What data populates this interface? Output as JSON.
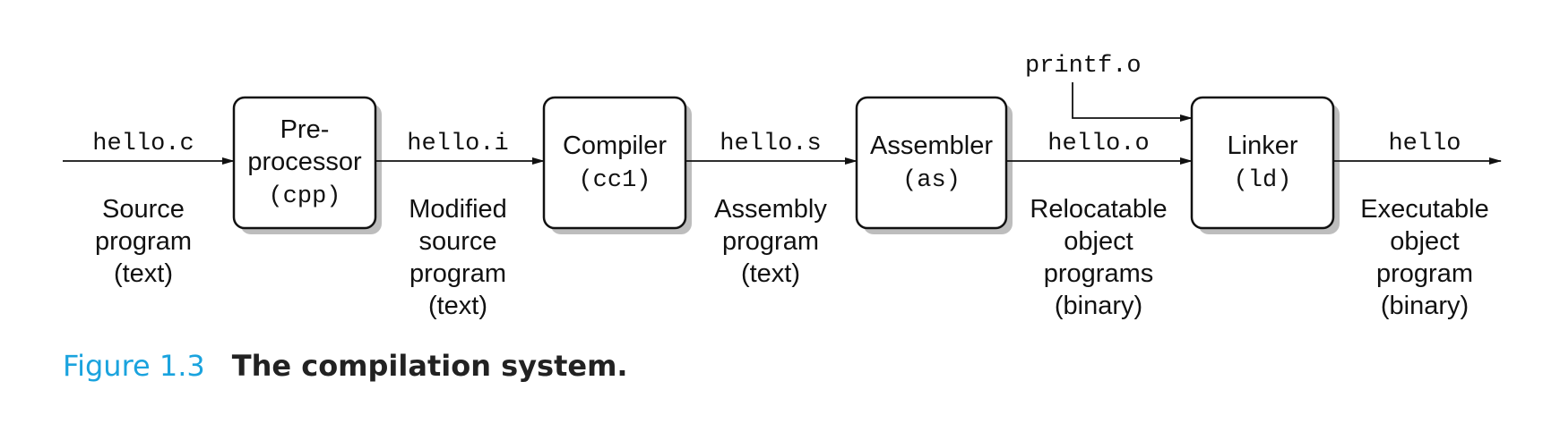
{
  "stages": [
    {
      "title_lines": [
        "Pre-",
        "processor"
      ],
      "command": "(cpp)"
    },
    {
      "title_lines": [
        "Compiler"
      ],
      "command": "(cc1)"
    },
    {
      "title_lines": [
        "Assembler"
      ],
      "command": "(as)"
    },
    {
      "title_lines": [
        "Linker"
      ],
      "command": "(ld)"
    }
  ],
  "files": [
    {
      "name": "hello.c",
      "description_lines": [
        "Source",
        "program",
        "(text)"
      ]
    },
    {
      "name": "hello.i",
      "description_lines": [
        "Modified",
        "source",
        "program",
        "(text)"
      ]
    },
    {
      "name": "hello.s",
      "description_lines": [
        "Assembly",
        "program",
        "(text)"
      ]
    },
    {
      "name": "hello.o",
      "description_lines": [
        "Relocatable",
        "object",
        "programs",
        "(binary)"
      ]
    },
    {
      "name": "hello",
      "description_lines": [
        "Executable",
        "object",
        "program",
        "(binary)"
      ]
    }
  ],
  "extra_input": {
    "name": "printf.o"
  },
  "caption": {
    "number": "Figure 1.3",
    "text": "The compilation system."
  }
}
